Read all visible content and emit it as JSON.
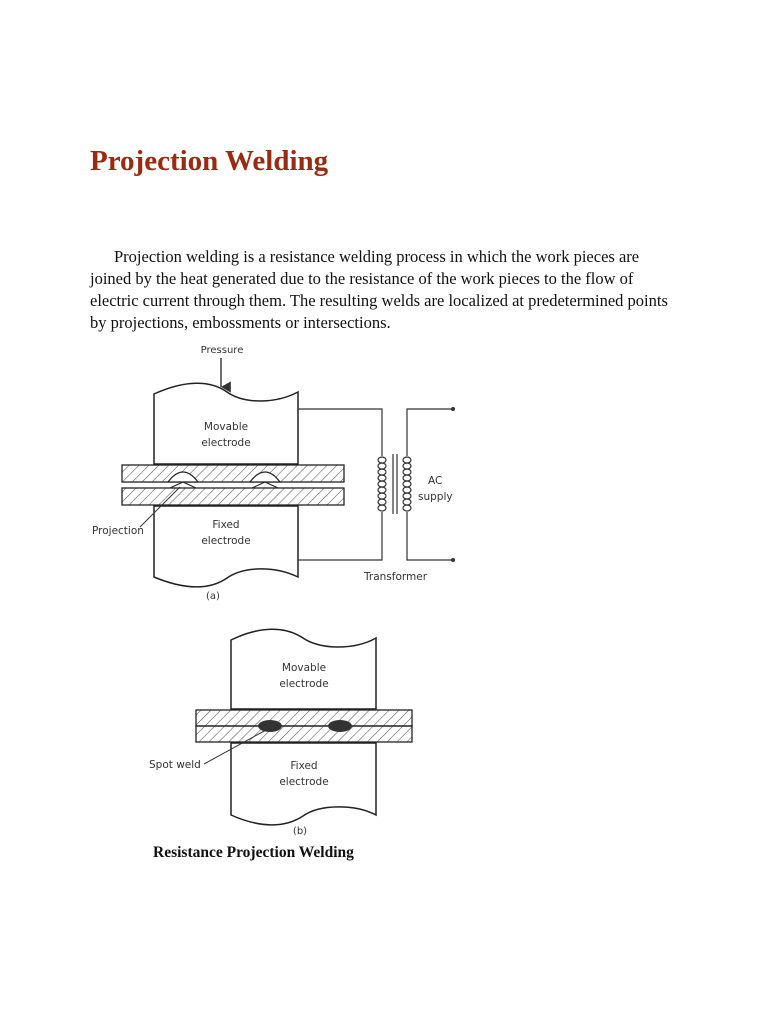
{
  "document": {
    "title": "Projection Welding",
    "intro": "Projection welding is a resistance welding process in which the work pieces are joined by the heat generated due to the resistance of the work pieces to the flow of electric current through them. The resulting welds are localized at predetermined points by projections, embossments or intersections.",
    "caption": "Resistance Projection Welding"
  },
  "figure_a": {
    "pressure_label": "Pressure",
    "movable_label_1": "Movable",
    "movable_label_2": "electrode",
    "fixed_label_1": "Fixed",
    "fixed_label_2": "electrode",
    "projection_label": "Projection",
    "ac_label_1": "AC",
    "ac_label_2": "supply",
    "transformer_label": "Transformer",
    "sublabel": "(a)"
  },
  "figure_b": {
    "movable_label_1": "Movable",
    "movable_label_2": "electrode",
    "fixed_label_1": "Fixed",
    "fixed_label_2": "electrode",
    "spot_weld_label": "Spot weld",
    "sublabel": "(b)"
  }
}
